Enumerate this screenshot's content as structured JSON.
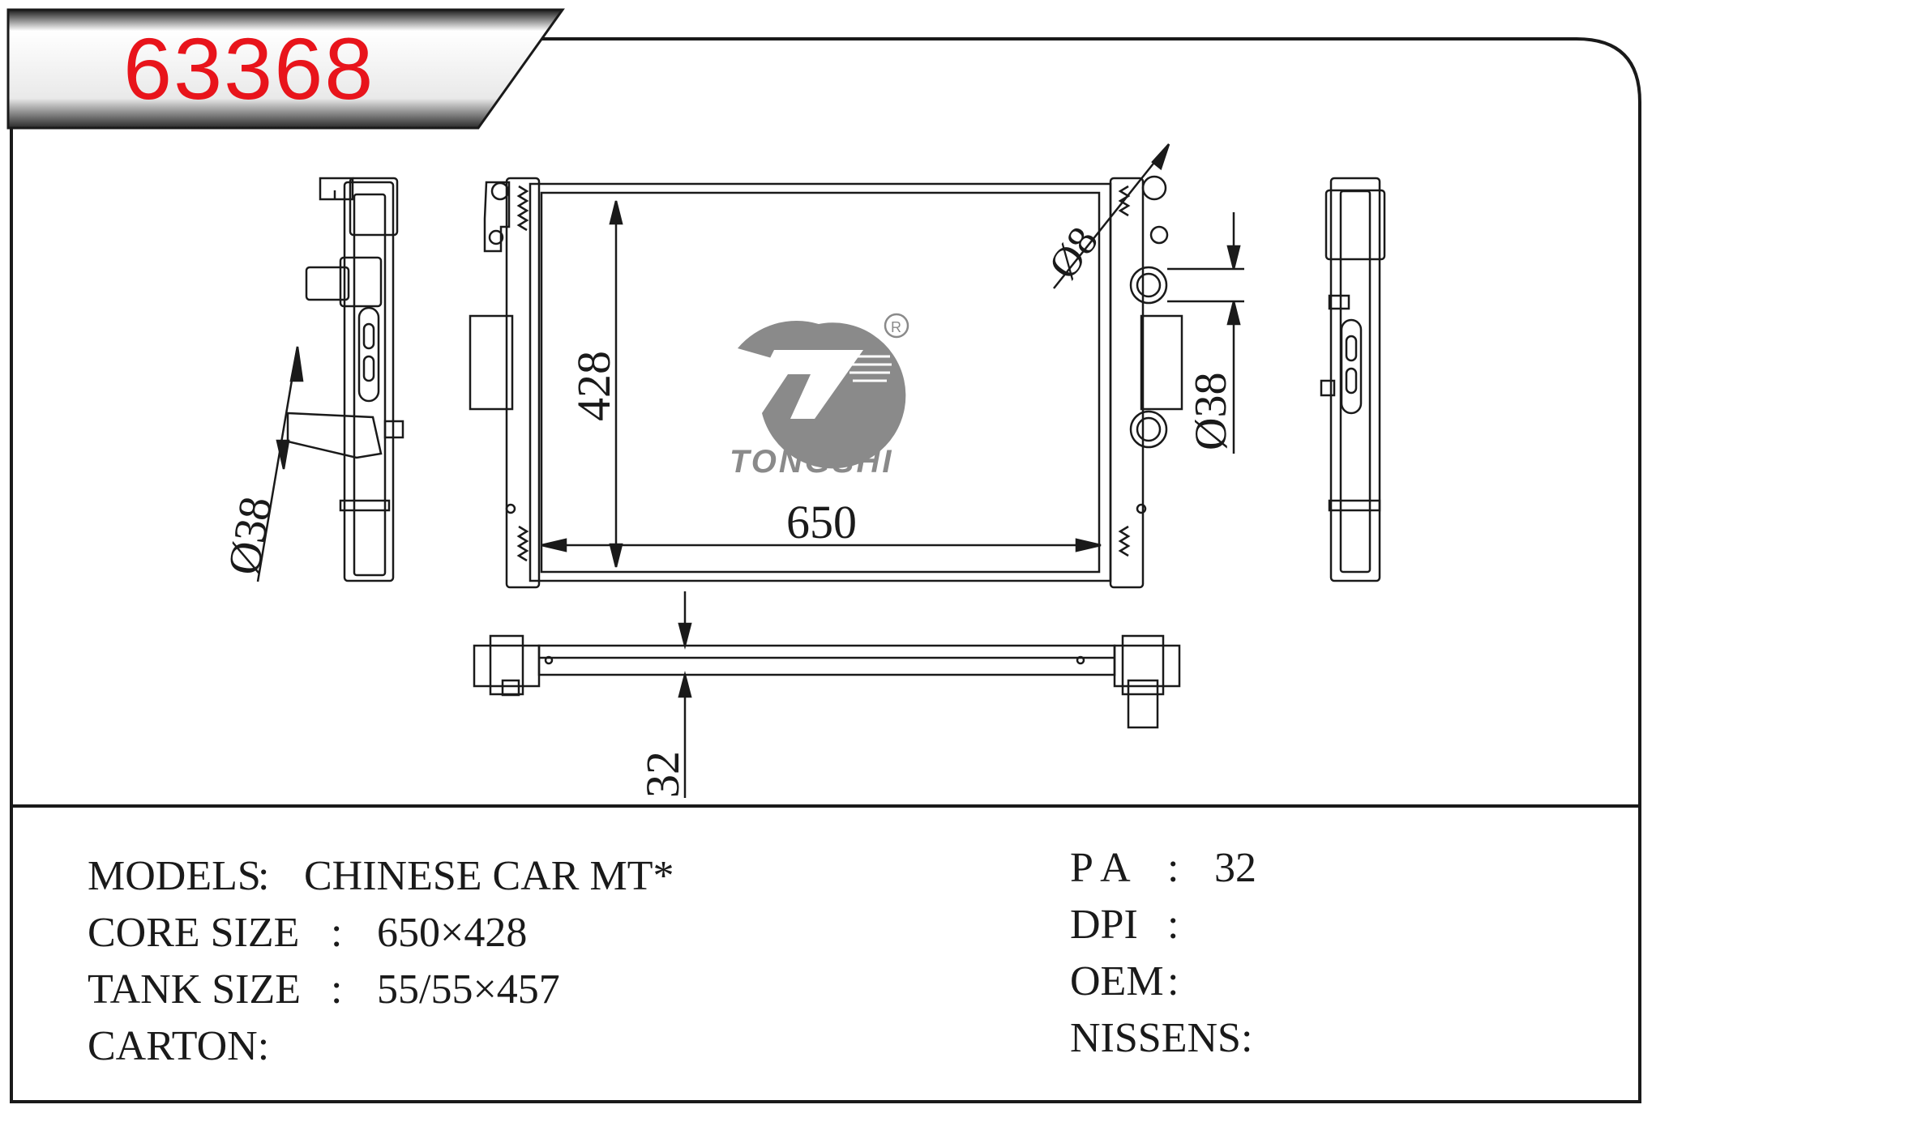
{
  "header": {
    "part_number": "63368"
  },
  "brand": {
    "logo_text": "TONGSHI",
    "registered_mark": "R"
  },
  "dimensions": {
    "width": "650",
    "height": "428",
    "thickness": "32",
    "outlet_diameter_right": "Ø38",
    "inlet_diameter_left": "Ø38",
    "bleed_diameter": "Ø8"
  },
  "specs": {
    "left": [
      {
        "label": "MODELS",
        "sep": ":",
        "value": "CHINESE CAR MT*"
      },
      {
        "label": "CORE SIZE",
        "sep": ":",
        "value": "650×428"
      },
      {
        "label": "TANK SIZE",
        "sep": ":",
        "value": "55/55×457"
      },
      {
        "label": "CARTON:",
        "sep": "",
        "value": ""
      }
    ],
    "right": [
      {
        "label": "P A",
        "sep": ":",
        "value": "32"
      },
      {
        "label": "DPI",
        "sep": ":",
        "value": ""
      },
      {
        "label": "OEM",
        "sep": ":",
        "value": ""
      },
      {
        "label": "NISSENS:",
        "sep": "",
        "value": ""
      }
    ]
  },
  "colors": {
    "part_number": "#e8141b",
    "line": "#1a1a1a",
    "logo": "#8a8a8a"
  }
}
